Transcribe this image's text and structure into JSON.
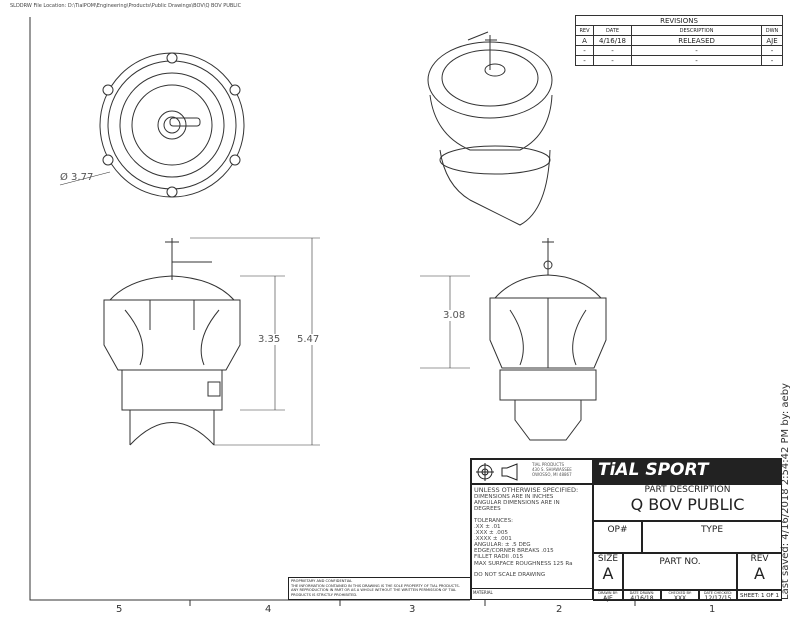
{
  "file_location": "SLDDRW File Location:  D:\\TialPOM\\Engineering\\Products\\Public Drawings\\BOV\\Q BOV PUBLIC",
  "last_saved": "Last saved: 4/16/2018 2:54:42 PM by: aeby",
  "zones": [
    "5",
    "4",
    "3",
    "2",
    "1"
  ],
  "revisions": {
    "title": "REVISIONS",
    "headers": [
      "REV",
      "DATE",
      "DESCRIPTION",
      "DWN"
    ],
    "rows": [
      [
        "A",
        "4/16/18",
        "RELEASED",
        "AJE"
      ],
      [
        "-",
        "-",
        "-",
        "-"
      ],
      [
        "-",
        "-",
        "-",
        "-"
      ]
    ]
  },
  "dimensions": {
    "diameter": "Ø 3.77",
    "height_body": "3.35",
    "height_total": "5.47",
    "height_side": "3.08"
  },
  "title_block": {
    "company": "TIAL PRODUCTS\n430 S. SHIAWASSEE\nOWOSSO, MI 48867",
    "logo": "TiAL SPORT",
    "notes_title": "UNLESS OTHERWISE SPECIFIED:",
    "notes": "DIMENSIONS ARE IN INCHES\nANGULAR DIMENSIONS ARE IN\nDEGREES",
    "tolerances": "TOLERANCES:\n.XX ± .01\n.XXX ± .005\n.XXXX ± .001\nANGULAR: ± .5 DEG\nEDGE/CORNER BREAKS .015\nFILLET RADII .015\nMAX SURFACE ROUGHNESS 125 Ra",
    "do_not_scale": "DO NOT SCALE DRAWING",
    "material_label": "MATERIAL",
    "part_description_label": "PART DESCRIPTION",
    "part_description": "Q BOV PUBLIC",
    "op_label": "OP#",
    "type_label": "TYPE",
    "size_label": "SIZE",
    "size": "A",
    "part_no_label": "PART NO.",
    "rev_label": "REV",
    "rev": "A",
    "drawn_by_label": "DRAWN BY:",
    "drawn_by": "AJE",
    "date_drawn_label": "DATE DRAWN:",
    "date_drawn": "4/16/18",
    "checked_by_label": "CHECKED BY:",
    "checked_by": "XXX",
    "date_checked_label": "DATE CHECKED:",
    "date_checked": "12/17/15",
    "sheet": "SHEET: 1 OF 1"
  },
  "proprietary": {
    "title": "PROPRIETARY AND CONFIDENTIAL",
    "text": "THE INFORMATION CONTAINED IN THIS DRAWING IS THE SOLE PROPERTY OF TIAL PRODUCTS. ANY REPRODUCTION IN PART OR AS A WHOLE WITHOUT THE WRITTEN PERMISSION OF TIAL PRODUCTS IS STRICTLY PROHIBITED."
  }
}
